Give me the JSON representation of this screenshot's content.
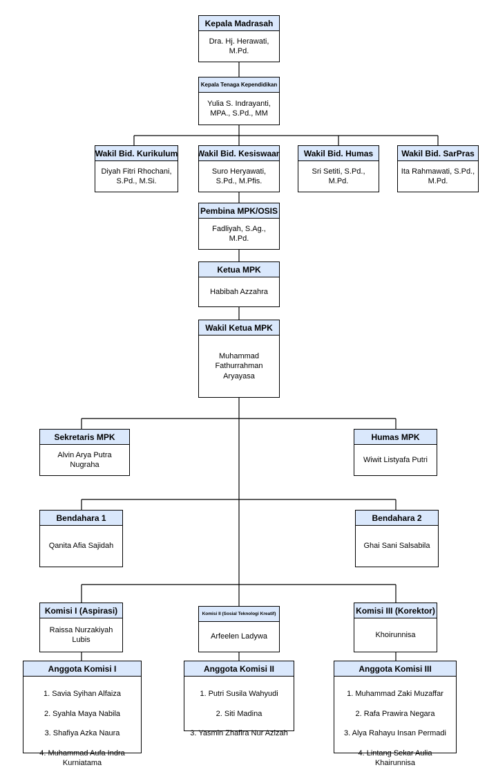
{
  "colors": {
    "header_fill": "#dae8fc",
    "border": "#000000",
    "background": "#ffffff"
  },
  "nodes": {
    "kepala_madrasah": {
      "title": "Kepala Madrasah",
      "name": "Dra. Hj. Herawati,\nM.Pd."
    },
    "kepala_tendik": {
      "title": "Kepala Tenaga Kependidikan",
      "name": "Yulia S. Indrayanti,\nMPA., S.Pd., MM"
    },
    "wakil_kurikulum": {
      "title": "Wakil Bid. Kurikulum",
      "name": "Diyah Fitri Rhochani,\nS.Pd., M.Si."
    },
    "wakil_kesiswaan": {
      "title": "Wakil Bid. Kesiswaan",
      "name": "Suro Heryawati,\nS.Pd., M.Pfis."
    },
    "wakil_humas": {
      "title": "Wakil Bid. Humas",
      "name": "Sri Setiti, S.Pd.,\nM.Pd."
    },
    "wakil_sarpras": {
      "title": "Wakil Bid. SarPras",
      "name": "Ita Rahmawati, S.Pd.,\nM.Pd."
    },
    "pembina": {
      "title": "Pembina MPK/OSIS",
      "name": "Fadliyah, S.Ag.,\nM.Pd."
    },
    "ketua": {
      "title": "Ketua MPK",
      "name": "Habibah Azzahra"
    },
    "wakil_ketua": {
      "title": "Wakil Ketua MPK",
      "name": "Muhammad\nFathurrahman\nAryayasa"
    },
    "sekretaris": {
      "title": "Sekretaris MPK",
      "name": "Alvin Arya Putra\nNugraha"
    },
    "humas_mpk": {
      "title": "Humas MPK",
      "name": "Wiwit Listyafa Putri"
    },
    "bendahara1": {
      "title": "Bendahara 1",
      "name": "Qanita Afia Sajidah"
    },
    "bendahara2": {
      "title": "Bendahara 2",
      "name": "Ghai Sani Salsabila"
    },
    "komisi1": {
      "title": "Komisi I (Aspirasi)",
      "name": "Raissa Nurzakiyah\nLubis"
    },
    "komisi2": {
      "title": "Komisi II (Sosial Teknologi Kreatif)",
      "name": "Arfeelen Ladywa"
    },
    "komisi3": {
      "title": "Komisi III (Korektor)",
      "name": "Khoirunnisa"
    },
    "anggota1": {
      "title": "Anggota Komisi I",
      "members": [
        "1. Savia Syihan Alfaiza",
        "2. Syahla Maya Nabila",
        "3. Shafiya Azka Naura",
        "4. Muhammad Aufa Indra\nKurniatama"
      ]
    },
    "anggota2": {
      "title": "Anggota Komisi II",
      "members": [
        "1. Putri Susila Wahyudi",
        "2. Siti Madina",
        "3. Yasmin Zhafira Nur Azizah"
      ]
    },
    "anggota3": {
      "title": "Anggota Komisi III",
      "members": [
        "1. Muhammad Zaki Muzaffar",
        "2. Rafa Prawira Negara",
        "3. Alya Rahayu Insan Permadi",
        "4. Lintang Sekar Aulia\nKhairunnisa"
      ]
    }
  }
}
